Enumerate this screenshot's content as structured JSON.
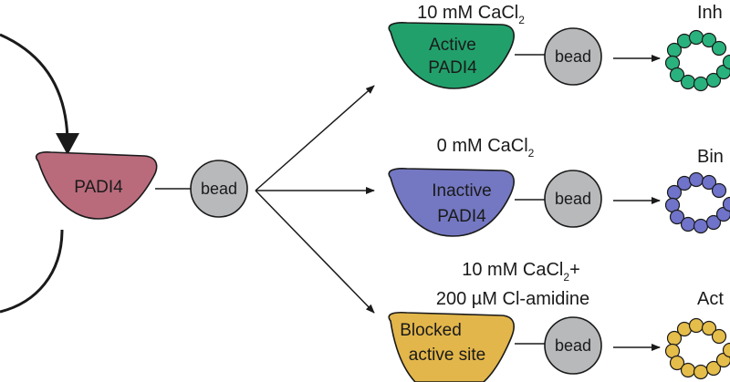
{
  "source": {
    "enzyme_label": "PADI4",
    "bead_label": "bead"
  },
  "branches": [
    {
      "condition_line1": "10 mM CaCl",
      "condition_sub": "2",
      "condition_suffix": "",
      "condition_line2": "",
      "enzyme_line1": "Active",
      "enzyme_line2": "PADI4",
      "bead_label": "bead",
      "outcome_label": "Inh",
      "enzyme_color": "#22a06b",
      "bead_color_fill": "#2ab27e"
    },
    {
      "condition_line1": "0 mM CaCl",
      "condition_sub": "2",
      "condition_suffix": "",
      "condition_line2": "",
      "enzyme_line1": "Inactive",
      "enzyme_line2": "PADI4",
      "bead_label": "bead",
      "outcome_label": "Bin",
      "enzyme_color": "#7478c2",
      "bead_color_fill": "#6f73c9"
    },
    {
      "condition_line1": "10 mM CaCl",
      "condition_sub": "2",
      "condition_suffix": "+",
      "condition_line2": "200 µM Cl-amidine",
      "enzyme_line1": "Blocked",
      "enzyme_line2": "active site",
      "bead_label": "bead",
      "outcome_label": "Act",
      "enzyme_color": "#e2b64a",
      "bead_color_fill": "#e5bd4a"
    }
  ],
  "colors": {
    "source_enzyme": "#b96b7c",
    "bead_gray": "#b7b9bb",
    "stroke": "#1a1a1a"
  }
}
